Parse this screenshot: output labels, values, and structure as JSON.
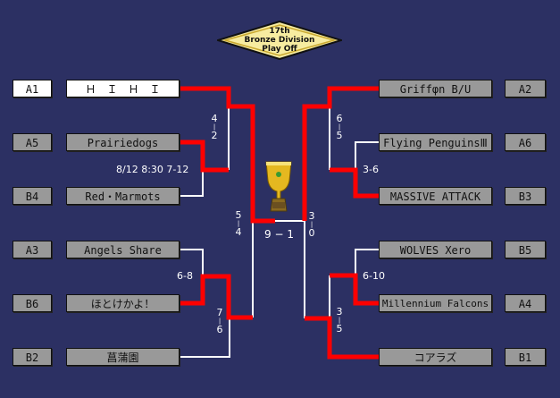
{
  "title": {
    "line1": "17th",
    "line2": "Bronze Division",
    "line3": "Play Off"
  },
  "left": [
    {
      "seed": "A1",
      "team": "Ｈ　Ｉ　Ｈ　Ｉ",
      "winner": true
    },
    {
      "seed": "A5",
      "team": "Prairiedogs",
      "winner": false
    },
    {
      "seed": "B4",
      "team": "Red・Marmots",
      "winner": false
    },
    {
      "seed": "A3",
      "team": "Angels Share",
      "winner": false
    },
    {
      "seed": "B6",
      "team": "ほとけかよ！",
      "winner": false
    },
    {
      "seed": "B2",
      "team": "菖蒲園",
      "winner": false
    }
  ],
  "right": [
    {
      "seed": "A2",
      "team": "Griffφn B/U"
    },
    {
      "seed": "A6",
      "team": "Flying PenguinsⅢ"
    },
    {
      "seed": "B3",
      "team": "MASSIVE ATTACK"
    },
    {
      "seed": "B5",
      "team": "WOLVES Xero"
    },
    {
      "seed": "A4",
      "team": "Millennium Falcons"
    },
    {
      "seed": "B1",
      "team": "コアラズ"
    }
  ],
  "scores": {
    "l_r1_top": "8/12 8:30  7-12",
    "l_sf_top": [
      "4",
      "2"
    ],
    "l_r1_bot": "6-8",
    "l_sf_bot": [
      "7",
      "6"
    ],
    "l_final": [
      "5",
      "4"
    ],
    "r_r1_top": "3-6",
    "r_sf_top": [
      "6",
      "5"
    ],
    "r_r1_bot": "6-10",
    "r_sf_bot": [
      "3",
      "5"
    ],
    "r_final": [
      "3",
      "0"
    ],
    "championship": "9 − 1"
  },
  "colors": {
    "background": "#2c3063",
    "winner_line": "#ff0000",
    "line": "#ffffff"
  }
}
